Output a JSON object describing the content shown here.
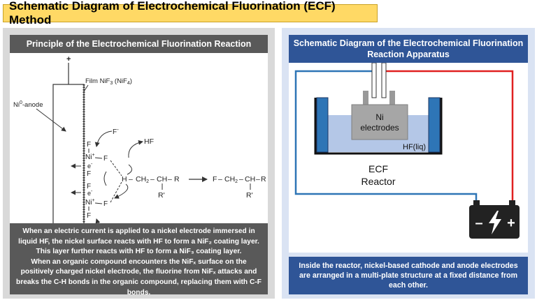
{
  "title": "Schematic Diagram of Electrochemical Fluorination (ECF) Method",
  "left": {
    "header": "Principle of the Electrochemical Fluorination Reaction",
    "figure": {
      "plus": "+",
      "film_label": "Film NiF",
      "film_sub1": "3",
      "film_mid": " (NiF",
      "film_sub2": "4",
      "film_end": ")",
      "anode_label": "Ni",
      "anode_sup": "0",
      "anode_rest": "-anode",
      "f_label": "F",
      "f_minus": "F",
      "minus": "-",
      "ni_label": "Ni",
      "ni_plus": "+",
      "e_label": "e",
      "e_minus": "-",
      "hf": "HF",
      "h": "H",
      "ch2": "CH",
      "sub2": "2",
      "ch": "CH",
      "r": "R",
      "r_prime": "R'",
      "dash": "–"
    },
    "description": [
      "When an electric current is applied to a nickel electrode immersed in liquid HF, the nickel surface reacts with HF to form a NiF₂ coating layer. This layer further reacts with HF to form a NiF₃ coating layer.",
      "When an organic compound encounters the NiFₓ surface on the positively charged nickel electrode, the fluorine from NiFₓ attacks and breaks the C-H bonds in the organic compound, replacing them with C-F bonds."
    ]
  },
  "right": {
    "header": "Schematic Diagram of the Electrochemical Fluorination Reaction Apparatus",
    "figure": {
      "ni_line1": "Ni",
      "ni_line2": "electrodes",
      "hf_liq": "HF(liq)",
      "reactor_line1": "ECF",
      "reactor_line2": "Reactor",
      "battery_minus": "–",
      "battery_plus": "+"
    },
    "description": "Inside the reactor, nickel-based cathode and anode electrodes are arranged in a multi-plate structure at a fixed distance from each other."
  },
  "colors": {
    "title_bg": "#ffd965",
    "left_header_bg": "#595959",
    "right_header_bg": "#2f5597",
    "wire_blue": "#2e75b6",
    "wire_red": "#e02020",
    "liquid": "#b4c7e7",
    "electrode_side": "#2e75b6"
  }
}
